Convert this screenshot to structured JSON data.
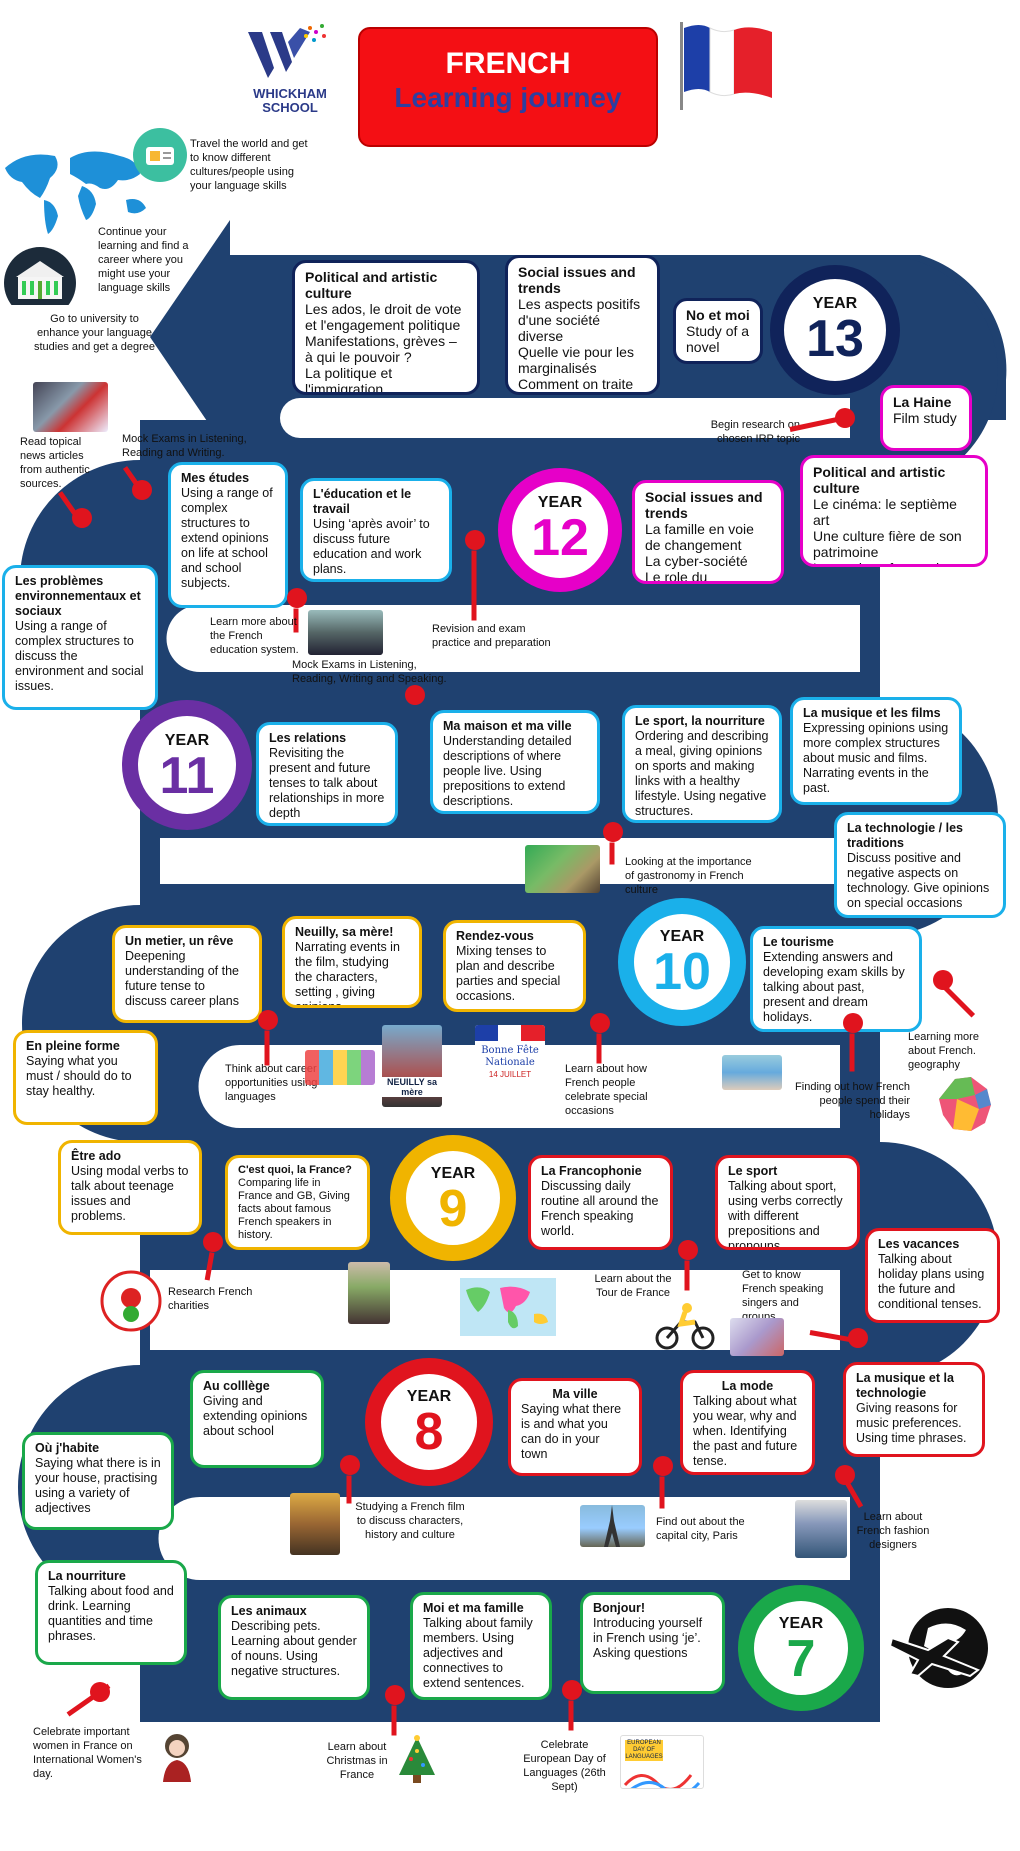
{
  "header": {
    "school_name_line1": "WHICKHAM",
    "school_name_line2": "SCHOOL",
    "title_line1": "FRENCH",
    "title_line2": "Learning journey"
  },
  "colors": {
    "road": "#1f4170",
    "year13": "#10235a",
    "year12": "#e600c8",
    "year11": "#6a2fa3",
    "year10": "#1ab0ea",
    "year9": "#f0b400",
    "year8": "#e0141e",
    "year7": "#1aa84a",
    "pin": "#e0141e"
  },
  "icons": [
    "school-logo-icon",
    "french-flag-icon",
    "world-map-icon",
    "travel-icon",
    "university-icon",
    "plane-globe-icon"
  ],
  "top_notes": {
    "travel": "Travel the world and get to know different cultures/people using your language skills",
    "career": "Continue your learning and find a career where you might use your language skills",
    "university": "Go to university to enhance your language studies and get a degree"
  },
  "years": {
    "y13": {
      "label": "YEAR",
      "number": "13"
    },
    "y12": {
      "label": "YEAR",
      "number": "12"
    },
    "y11": {
      "label": "YEAR",
      "number": "11"
    },
    "y10": {
      "label": "YEAR",
      "number": "10"
    },
    "y9": {
      "label": "YEAR",
      "number": "9"
    },
    "y8": {
      "label": "YEAR",
      "number": "8"
    },
    "y7": {
      "label": "YEAR",
      "number": "7"
    }
  },
  "boxes": {
    "political": {
      "title": "Political and artistic culture",
      "body": "Les ados, le droit de vote et l'engagement politique\nManifestations, grèves – à qui le pouvoir ?\nLa politique et l'immigration"
    },
    "social13": {
      "title": "Social issues and trends",
      "body": "Les aspects positifs d'une société diverse\nQuelle vie pour les marginalisés\nComment on traite les criminels"
    },
    "novel": {
      "title": "No et moi",
      "body": "Study of a novel"
    },
    "haine": {
      "title": "La Haine",
      "body": "Film study"
    },
    "political12": {
      "title": "Political and artistic culture",
      "body": "Le cinéma: le septième art\nUne culture fière de son patrimoine\nLa musique francophone contemporaine"
    },
    "social12": {
      "title": "Social issues and trends",
      "body": "La famille en voie de changement\nLa cyber-société\nLe role du bénévolat"
    },
    "education": {
      "title": "L'éducation et le travail",
      "body": "Using ‘après avoir’ to discuss future education and work plans."
    },
    "etudes": {
      "title": "Mes études",
      "body": "Using a range of complex structures to extend opinions on life at school and school subjects."
    },
    "problemes": {
      "title": "Les problèmes environnementaux et sociaux",
      "body": "Using a range of complex structures to discuss the environment and social issues."
    },
    "relations": {
      "title": "Les relations",
      "body": "Revisiting the present and future tenses to talk about relationships in more depth"
    },
    "maison": {
      "title": "Ma maison et ma ville",
      "body": "Understanding detailed descriptions of where people live. Using prepositions to extend descriptions."
    },
    "sport_nourriture": {
      "title": "Le sport, la nourriture",
      "body": "Ordering and describing a meal, giving opinions on sports and making links with a healthy lifestyle. Using negative structures."
    },
    "musique_films": {
      "title": "La musique et les films",
      "body": "Expressing opinions using more complex structures about music and films. Narrating events in the past."
    },
    "technologie": {
      "title": "La technologie / les traditions",
      "body": "Discuss positive and negative aspects on technology. Give opinions on special occasions"
    },
    "tourisme": {
      "title": "Le tourisme",
      "body": "Extending answers and developing exam skills by talking about past, present and dream holidays."
    },
    "rendezvous": {
      "title": "Rendez-vous",
      "body": "Mixing tenses to plan and describe parties and special occasions."
    },
    "neuilly": {
      "title": "Neuilly, sa mère!",
      "body": "Narrating events in the film, studying the characters, setting , giving opinions."
    },
    "metier": {
      "title": "Un metier, un rêve",
      "body": "Deepening understanding of the future tense to discuss career plans"
    },
    "pleine_forme": {
      "title": "En pleine forme",
      "body": "Saying what you must / should do to stay healthy."
    },
    "etre_ado": {
      "title": "Être ado",
      "body": "Using modal verbs to talk about teenage issues and problems."
    },
    "cest_quoi": {
      "title": "C'est quoi, la France?",
      "body": "Comparing life in France and GB, Giving facts about famous French speakers in history."
    },
    "francophonie": {
      "title": "La Francophonie",
      "body": "Discussing daily routine all around the French speaking world."
    },
    "sport9": {
      "title": "Le sport",
      "body": "Talking about sport, using verbs correctly with different prepositions and pronouns."
    },
    "vacances": {
      "title": "Les vacances",
      "body": "Talking about holiday plans using the future and conditional tenses."
    },
    "musique_tech": {
      "title": "La musique et la technologie",
      "body": "Giving reasons for music preferences. Using time phrases."
    },
    "mode": {
      "title": "La mode",
      "body": "Talking about what you wear, why and when. Identifying the past and future tense."
    },
    "ma_ville": {
      "title": "Ma ville",
      "body": "Saying what there is and what you can do in your town"
    },
    "college": {
      "title": "Au colllège",
      "body": "Giving and extending opinions about school"
    },
    "habite": {
      "title": "Où j'habite",
      "body": "Saying what there is in your house, practising using a variety of adjectives"
    },
    "nourriture": {
      "title": "La nourriture",
      "body": "Talking about food and drink. Learning quantities and time phrases."
    },
    "animaux": {
      "title": "Les animaux",
      "body": "Describing pets. Learning about gender of nouns. Using negative structures."
    },
    "famille": {
      "title": "Moi et ma famille",
      "body": "Talking about family members. Using adjectives and connectives to extend sentences."
    },
    "bonjour": {
      "title": "Bonjour!",
      "body": "Introducing yourself in French using ‘je’. Asking questions"
    }
  },
  "notes": {
    "irp": "Begin research on chosen IRP topic",
    "news": "Read topical news articles from authentic sources.",
    "mock13": "Mock Exams in Listening, Reading and Writing.",
    "education_sys": "Learn more about the French education system.",
    "revision": "Revision and exam practice and preparation",
    "mock12": "Mock Exams in Listening, Reading, Writing and Speaking.",
    "gastronomy": "Looking at the importance of gastronomy in French culture",
    "geography": "Learning more about French. geography",
    "holidays": "Finding out how French people spend their holidays",
    "celebrate": "Learn about how French people celebrate special occasions",
    "career": "Think about career opportunities using languages",
    "charities": "Research French charities",
    "tour": "Learn about the Tour de France",
    "singers": "Get to know French speaking singers and groups",
    "film": "Studying a French film to discuss characters, history and culture",
    "paris": "Find out about the capital city, Paris",
    "fashion": "Learn about French fashion designers",
    "womens_day": "Celebrate important women in France on International Women's day.",
    "christmas": "Learn about Christmas in France",
    "languages_day": "Celebrate European Day of Languages (26th Sept)"
  },
  "pictures": {
    "neuilly_poster_text": "NEUILLY sa mère",
    "fete_text": "Bonne Fête Nationale",
    "fete_date": "14 JUILLET",
    "languages_day_text": "EUROPEAN DAY OF LANGUAGES"
  }
}
